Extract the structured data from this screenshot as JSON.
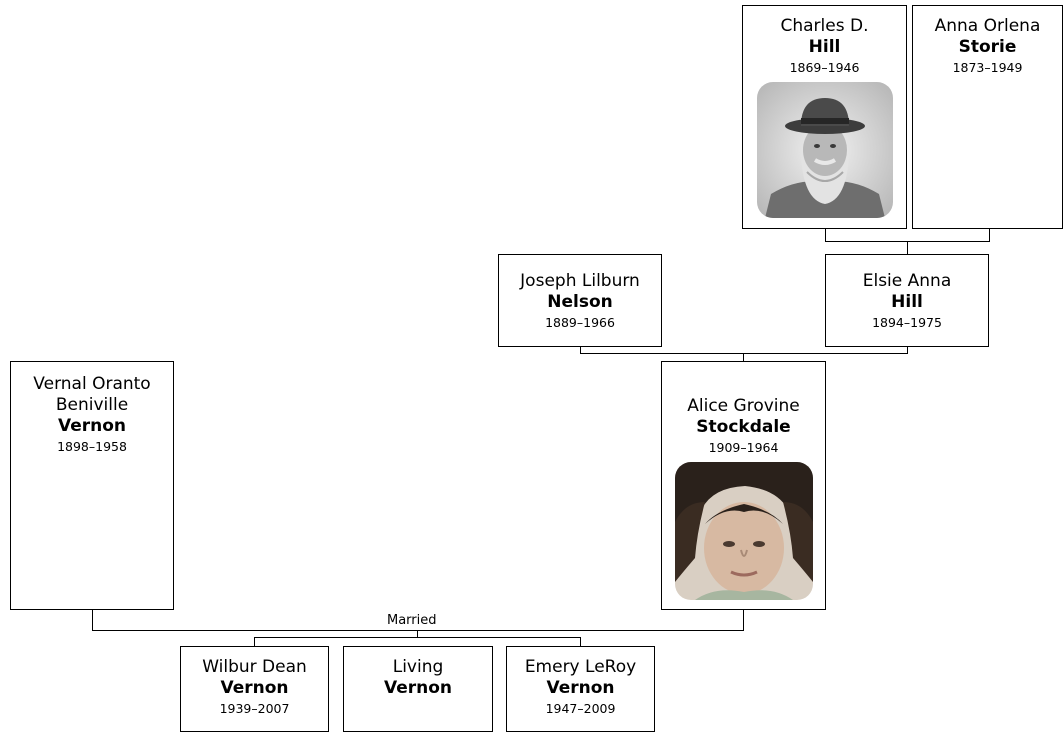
{
  "people": {
    "charles": {
      "given": "Charles D.",
      "surname": "Hill",
      "dates": "1869–1946"
    },
    "anna": {
      "given": "Anna Orlena",
      "surname": "Storie",
      "dates": "1873–1949"
    },
    "joseph": {
      "given": "Joseph Lilburn",
      "surname": "Nelson",
      "dates": "1889–1966"
    },
    "elsie": {
      "given": "Elsie Anna",
      "surname": "Hill",
      "dates": "1894–1975"
    },
    "vernal": {
      "given1": "Vernal Oranto",
      "given2": "Beniville",
      "surname": "Vernon",
      "dates": "1898–1958"
    },
    "alice": {
      "given": "Alice Grovine",
      "surname": "Stockdale",
      "dates": "1909–1964"
    },
    "wilbur": {
      "given": "Wilbur Dean",
      "surname": "Vernon",
      "dates": "1939–2007"
    },
    "living": {
      "given": "Living",
      "surname": "Vernon"
    },
    "emery": {
      "given": "Emery LeRoy",
      "surname": "Vernon",
      "dates": "1947–2009"
    }
  },
  "relationship_label": "Married"
}
